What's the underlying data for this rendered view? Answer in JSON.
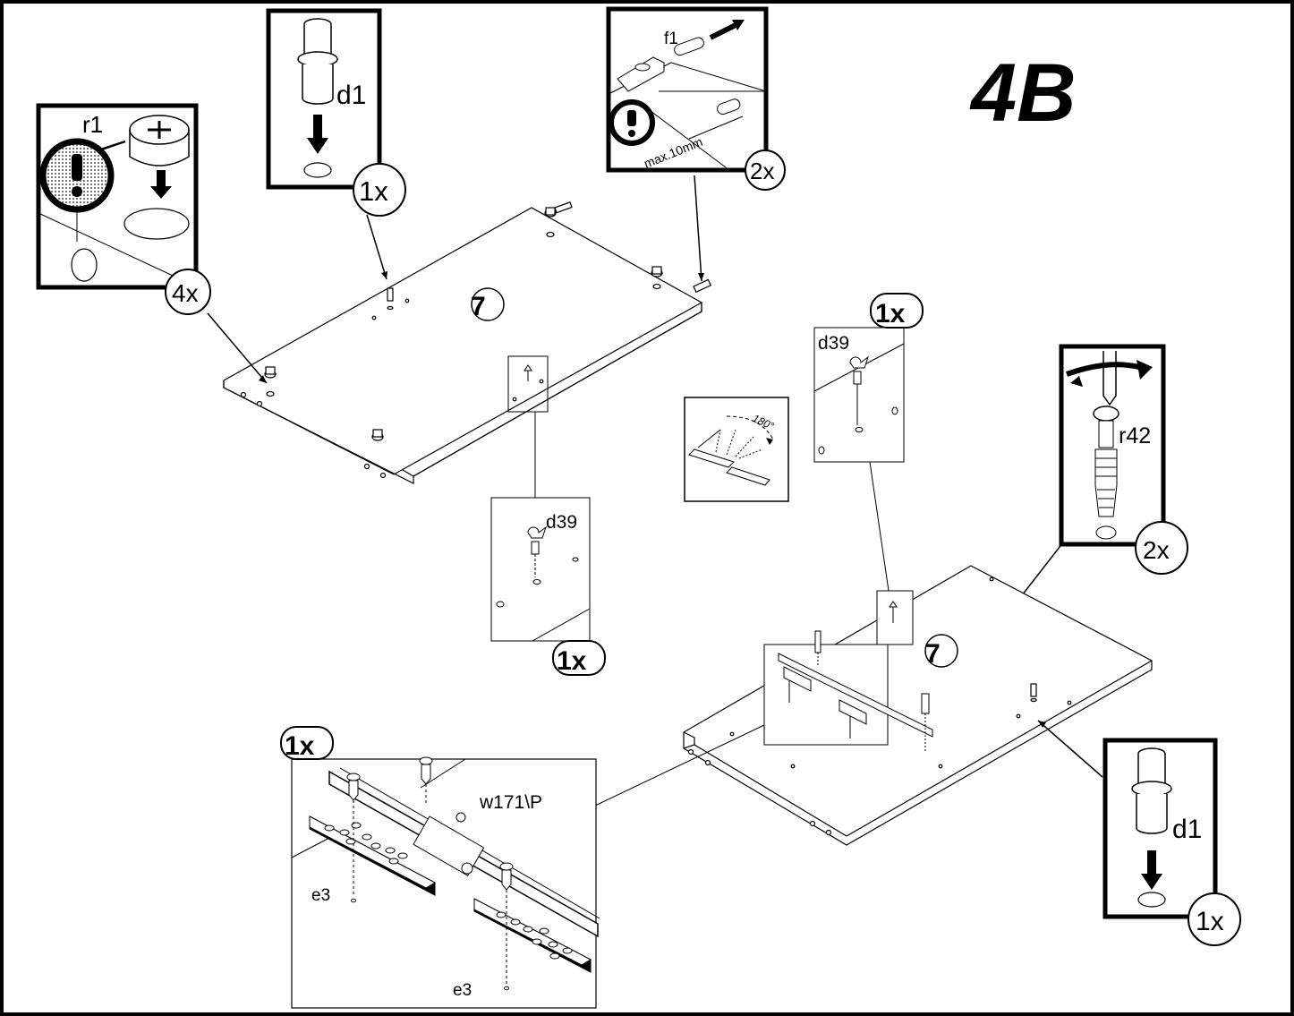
{
  "step": {
    "label": "4B"
  },
  "panel_number": "7",
  "parts": {
    "r1": "r1",
    "d1": "d1",
    "f1": "f1",
    "d39": "d39",
    "r42": "r42",
    "w171": "w171\\P",
    "e3": "e3"
  },
  "quantities": {
    "q4x": "4x",
    "q1x": "1x",
    "q2x": "2x"
  },
  "notes": {
    "max_depth": "max.10mm",
    "rotation": "180°",
    "warning_symbol": "!"
  },
  "colors": {
    "ink": "#000000",
    "paper": "#ffffff",
    "warning_fill": "#9a9a9a"
  }
}
